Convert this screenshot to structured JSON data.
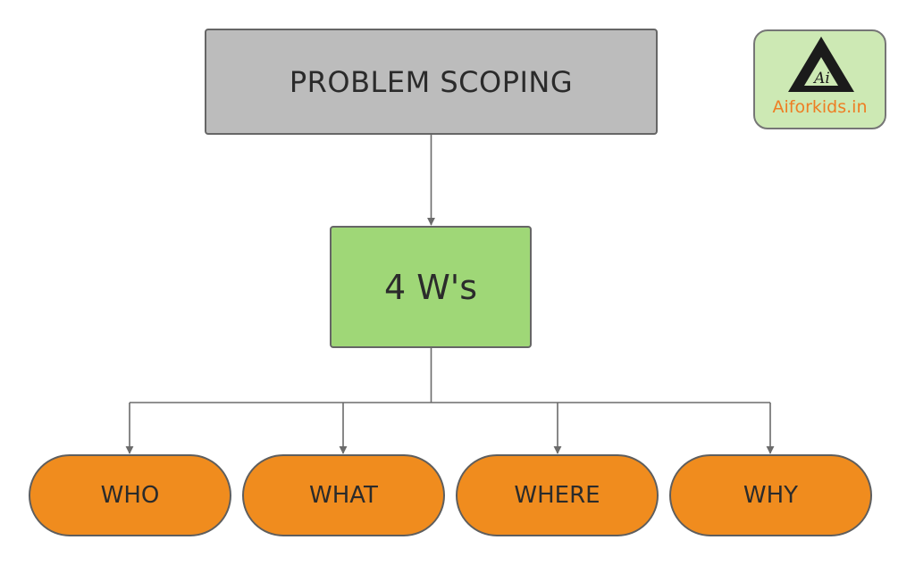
{
  "diagram": {
    "root": {
      "label": "PROBLEM SCOPING"
    },
    "middle": {
      "label": "4 W's"
    },
    "leaves": [
      {
        "label": "WHO"
      },
      {
        "label": "WHAT"
      },
      {
        "label": "WHERE"
      },
      {
        "label": "WHY"
      }
    ],
    "edges": [
      {
        "from": "PROBLEM SCOPING",
        "to": "4 W's"
      },
      {
        "from": "4 W's",
        "to": "WHO"
      },
      {
        "from": "4 W's",
        "to": "WHAT"
      },
      {
        "from": "4 W's",
        "to": "WHERE"
      },
      {
        "from": "4 W's",
        "to": "WHY"
      }
    ]
  },
  "logo": {
    "text": "Aiforkids.in",
    "monogram": "Ai",
    "icon": "triangle-a-logo-icon"
  },
  "colors": {
    "root_fill": "#bcbcbc",
    "middle_fill": "#9fd777",
    "leaf_fill": "#f08c1e",
    "logo_fill": "#cde9b4",
    "logo_text": "#ee7d23",
    "connector": "#6b6b6b"
  }
}
